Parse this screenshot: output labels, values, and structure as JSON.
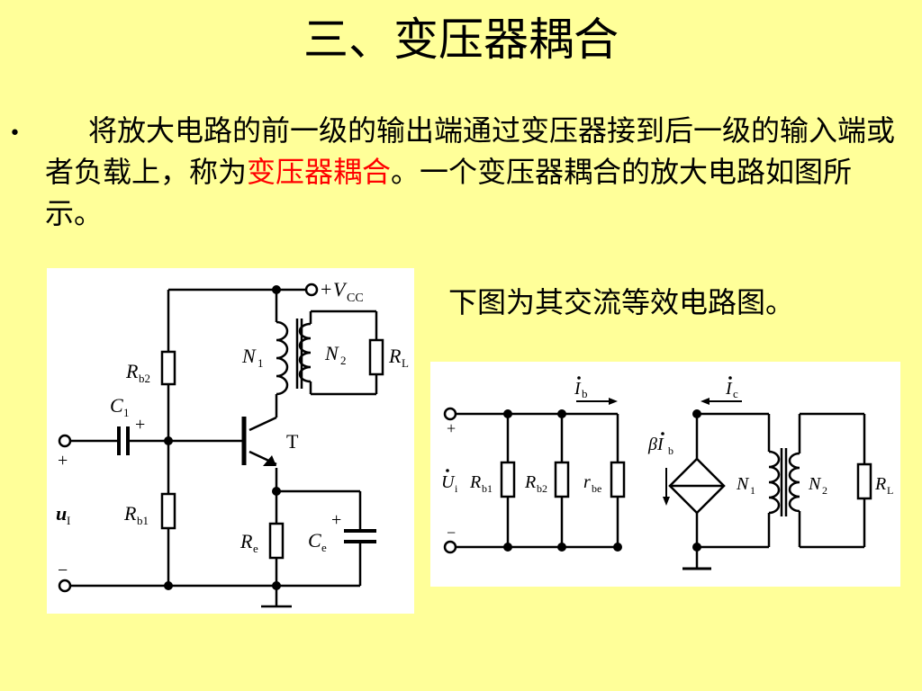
{
  "slide": {
    "title": "三、变压器耦合",
    "bullet": "•",
    "para": {
      "before": "将放大电路的前一级的输出端通过变压器接到后一级的输入端或者负载上，称为",
      "highlight": "变压器耦合",
      "after": "。一个变压器耦合的放大电路如图所示。"
    },
    "caption": "下图为其交流等效电路图。",
    "colors": {
      "background": "#ffff99",
      "highlight": "#ff0000"
    }
  },
  "circuit1": {
    "vcc": {
      "sign": "+",
      "name": "V",
      "sub": "CC"
    },
    "n1": {
      "name": "N",
      "sub": "1"
    },
    "n2": {
      "name": "N",
      "sub": "2"
    },
    "rl": {
      "name": "R",
      "sub": "L"
    },
    "rb2": {
      "name": "R",
      "sub": "b2"
    },
    "rb1": {
      "name": "R",
      "sub": "b1"
    },
    "c1": {
      "name": "C",
      "sub": "1",
      "sign": "+"
    },
    "transistor": "T",
    "re": {
      "name": "R",
      "sub": "e"
    },
    "ce": {
      "name": "C",
      "sub": "e",
      "sign": "+"
    },
    "in_plus": "+",
    "in_minus": "−",
    "ui": {
      "name": "u",
      "sub": "I"
    }
  },
  "circuit2": {
    "ib": {
      "name": "I",
      "sub": "b"
    },
    "ic": {
      "name": "I",
      "sub": "c"
    },
    "ui": {
      "name": "U",
      "sub": "i"
    },
    "in_plus": "+",
    "in_minus": "−",
    "rb1": {
      "name": "R",
      "sub": "b1"
    },
    "rb2": {
      "name": "R",
      "sub": "b2"
    },
    "rbe": {
      "name": "r",
      "sub": "be"
    },
    "source": {
      "name": "βI",
      "sub": "b"
    },
    "n1": {
      "name": "N",
      "sub": "1"
    },
    "n2": {
      "name": "N",
      "sub": "2"
    },
    "rl": {
      "name": "R",
      "sub": "L"
    }
  }
}
